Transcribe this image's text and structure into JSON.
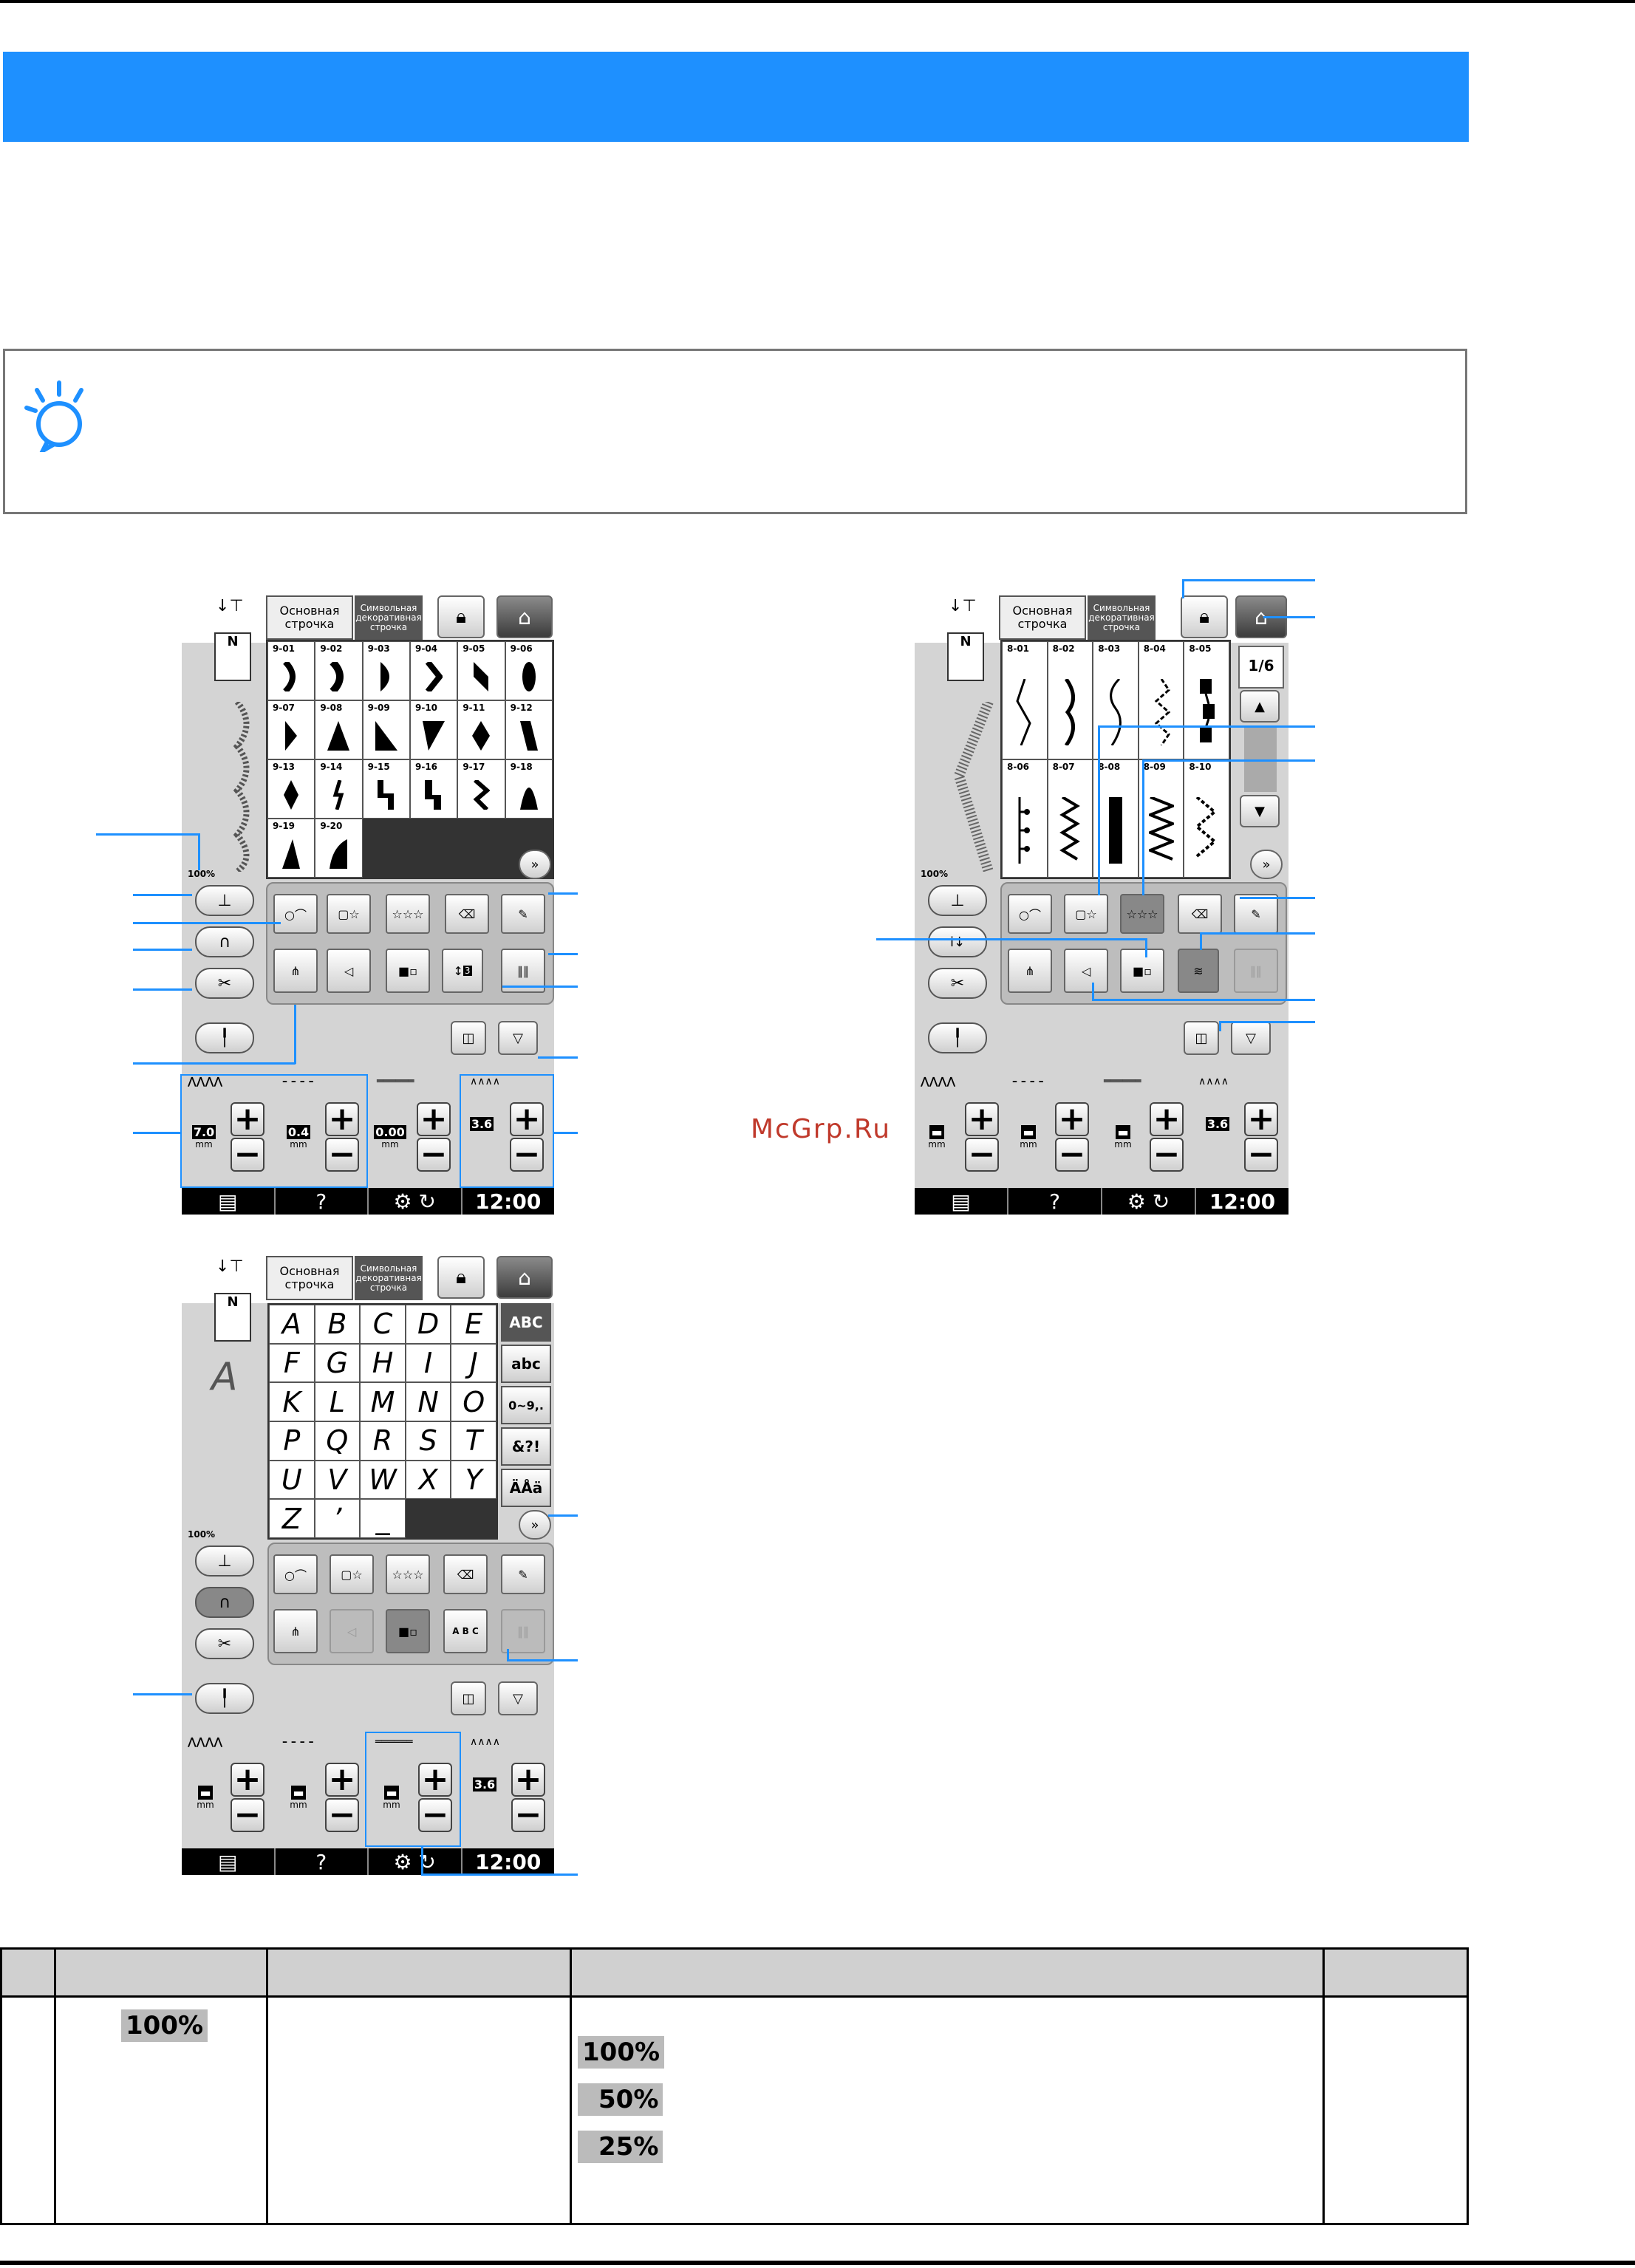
{
  "screen": {
    "tabs": {
      "basic": "Основная строчка",
      "deco": "Символьная декоративная строчка"
    },
    "zoom": "100%",
    "time": "12:00",
    "help": "?",
    "foot_letter": "N"
  },
  "screen1": {
    "cells": [
      {
        "num": "9-01"
      },
      {
        "num": "9-02"
      },
      {
        "num": "9-03"
      },
      {
        "num": "9-04"
      },
      {
        "num": "9-05"
      },
      {
        "num": "9-06"
      },
      {
        "num": "9-07"
      },
      {
        "num": "9-08"
      },
      {
        "num": "9-09"
      },
      {
        "num": "9-10"
      },
      {
        "num": "9-11"
      },
      {
        "num": "9-12"
      },
      {
        "num": "9-13"
      },
      {
        "num": "9-14"
      },
      {
        "num": "9-15"
      },
      {
        "num": "9-16"
      },
      {
        "num": "9-17"
      },
      {
        "num": "9-18"
      },
      {
        "num": "9-19"
      },
      {
        "num": "9-20"
      }
    ],
    "width_value": "7.0",
    "length_value": "0.4",
    "tension_value": "0.00",
    "density_value": "3.6",
    "unit": "mm",
    "repeat_badge": "3"
  },
  "screen2": {
    "cells": [
      {
        "num": "8-01"
      },
      {
        "num": "8-02"
      },
      {
        "num": "8-03"
      },
      {
        "num": "8-04"
      },
      {
        "num": "8-05"
      },
      {
        "num": "8-06"
      },
      {
        "num": "8-07"
      },
      {
        "num": "8-08"
      },
      {
        "num": "8-09"
      },
      {
        "num": "8-10"
      }
    ],
    "page": "1/6",
    "density_value": "3.6",
    "unit": "mm"
  },
  "screen3": {
    "letters": [
      "A",
      "B",
      "C",
      "D",
      "E",
      "F",
      "G",
      "H",
      "I",
      "J",
      "K",
      "L",
      "M",
      "N",
      "O",
      "P",
      "Q",
      "R",
      "S",
      "T",
      "U",
      "V",
      "W",
      "X",
      "Y",
      "Z",
      "’",
      "_"
    ],
    "side_buttons": [
      "ABC",
      "abc",
      "0~9,.",
      "&?!",
      "ÄÅä"
    ],
    "preview_char": "A",
    "abc_button": "A B C",
    "density_value": "3.6",
    "unit": "mm"
  },
  "watermark": "McGrp.Ru",
  "table": {
    "row1_icon": "100%",
    "options": [
      "100%",
      "50%",
      "25%"
    ]
  },
  "colors": {
    "accent": "#1e90ff",
    "screen_bg": "#d4d4d4"
  }
}
